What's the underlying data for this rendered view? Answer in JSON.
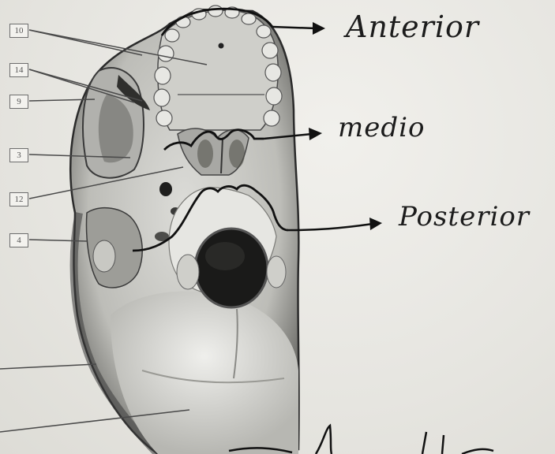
{
  "number_labels": [
    "10",
    "14",
    "9",
    "3",
    "12",
    "4"
  ],
  "handwritten_labels": {
    "anterior": "Anterior",
    "medio": "medio",
    "posterior": "Posterior"
  }
}
